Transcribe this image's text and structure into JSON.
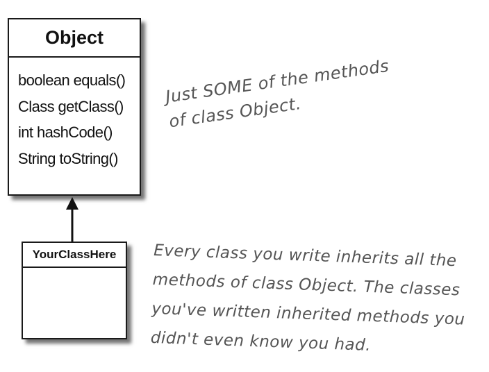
{
  "object_class": {
    "title": "Object",
    "methods": [
      "boolean equals()",
      "Class getClass()",
      "int hashCode()",
      "String toString()"
    ]
  },
  "subclass": {
    "title": "YourClassHere"
  },
  "annotations": {
    "top_note": [
      "Just SOME of the methods",
      "of class Object."
    ],
    "bottom_note": [
      "Every class you write inherits all the",
      "methods of class Object. The classes",
      "you've written inherited methods you",
      "didn't even know you had."
    ]
  },
  "colors": {
    "ink": "#111111",
    "handwriting": "#555555"
  }
}
